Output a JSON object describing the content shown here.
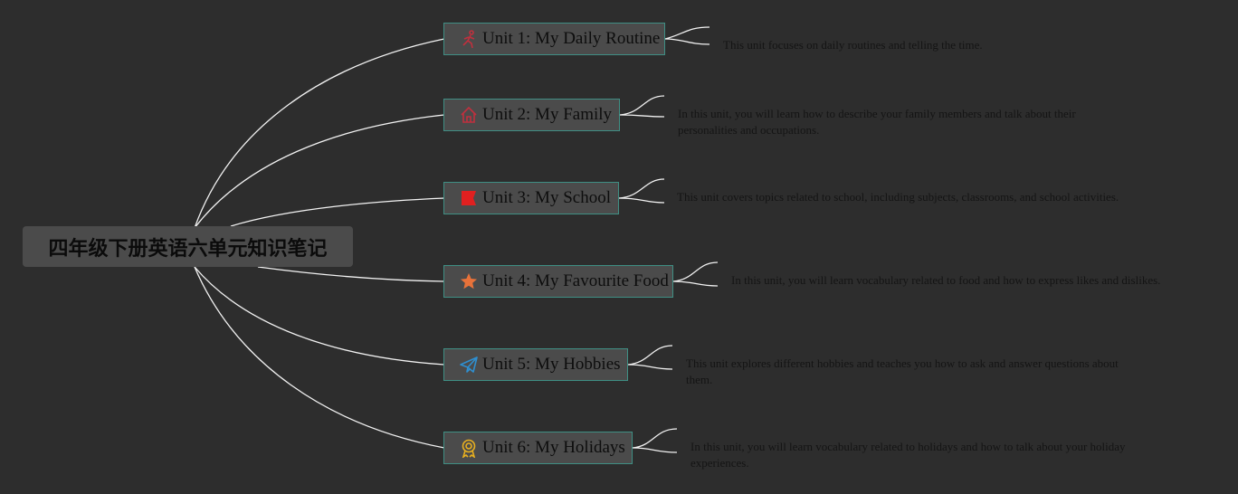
{
  "root": {
    "title": "四年级下册英语六单元知识笔记"
  },
  "units": [
    {
      "label": "Unit 1: My Daily Routine",
      "icon": "walking-person-icon",
      "icon_color": "#c0303e",
      "description": "This unit focuses on daily routines and telling the time."
    },
    {
      "label": "Unit 2: My Family",
      "icon": "house-icon",
      "icon_color": "#c0303e",
      "description": "In this unit, you will learn how to describe your family members and talk about their personalities and occupations."
    },
    {
      "label": "Unit 3: My School",
      "icon": "flag-icon",
      "icon_color": "#e02020",
      "description": "This unit covers topics related to school, including subjects, classrooms, and school activities."
    },
    {
      "label": "Unit 4: My Favourite Food",
      "icon": "star-icon",
      "icon_color": "#e8723a",
      "description": "In this unit, you will learn vocabulary related to food and how to express likes and dislikes."
    },
    {
      "label": "Unit 5: My Hobbies",
      "icon": "paper-plane-icon",
      "icon_color": "#2f8fd0",
      "description": "This unit explores different hobbies and teaches you how to ask and answer questions about them."
    },
    {
      "label": "Unit 6: My Holidays",
      "icon": "medal-icon",
      "icon_color": "#e8b020",
      "description": "In this unit, you will learn vocabulary related to holidays and how to talk about your holiday experiences."
    }
  ]
}
